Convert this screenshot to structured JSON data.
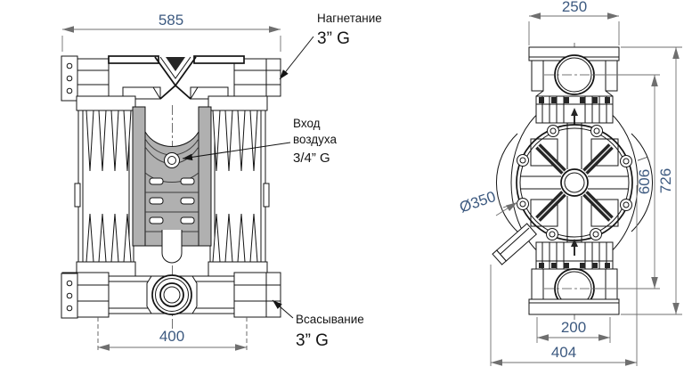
{
  "front_view": {
    "dims": {
      "width_top": "585",
      "width_bottom": "400"
    },
    "labels": {
      "discharge": "Нагнетание",
      "discharge_size": "3” G",
      "air_inlet_line1": "Вход",
      "air_inlet_line2": "воздуха",
      "air_inlet_size": "3/4” G",
      "suction": "Всасывание",
      "suction_size": "3” G"
    }
  },
  "side_view": {
    "dims": {
      "width_top": "250",
      "ports_height": "606",
      "overall_height": "726",
      "diameter": "Ø350",
      "flange_width": "200",
      "overall_depth": "404"
    }
  },
  "colors": {
    "dim_text": "#3d5a80",
    "dim_line": "#6f6f6f",
    "line": "#141414",
    "body_gray": "#b0b0b0"
  }
}
